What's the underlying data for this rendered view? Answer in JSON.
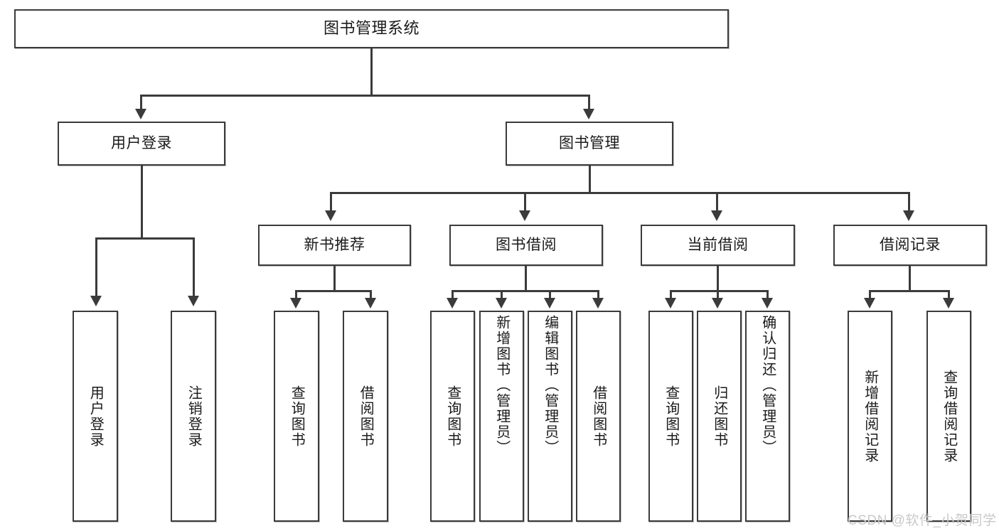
{
  "diagram": {
    "title": "图书管理系统",
    "type": "tree",
    "watermark": "CSDN @软件_小贺同学",
    "colors": {
      "box_border": "#3b3b3b",
      "box_fill": "#ffffff",
      "connector": "#3b3b3b",
      "text": "#1a1a1a",
      "watermark": "#c9c9c9",
      "background": "#ffffff"
    },
    "root": {
      "label": "图书管理系统"
    },
    "level2": [
      {
        "label": "用户登录"
      },
      {
        "label": "图书管理"
      }
    ],
    "level3": [
      {
        "label": "新书推荐"
      },
      {
        "label": "图书借阅"
      },
      {
        "label": "当前借阅"
      },
      {
        "label": "借阅记录"
      }
    ],
    "leaves": {
      "user_login": [
        {
          "label": "用户登录"
        },
        {
          "label": "注销登录"
        }
      ],
      "new_book_recommend": [
        {
          "label": "查询图书"
        },
        {
          "label": "借阅图书"
        }
      ],
      "book_borrow": [
        {
          "label": "查询图书"
        },
        {
          "label": "新增图书（管理员）"
        },
        {
          "label": "编辑图书（管理员）"
        },
        {
          "label": "借阅图书"
        }
      ],
      "current_borrow": [
        {
          "label": "查询图书"
        },
        {
          "label": "归还图书"
        },
        {
          "label": "确认归还（管理员）"
        }
      ],
      "borrow_record": [
        {
          "label": "新增借阅记录"
        },
        {
          "label": "查询借阅记录"
        }
      ]
    }
  }
}
